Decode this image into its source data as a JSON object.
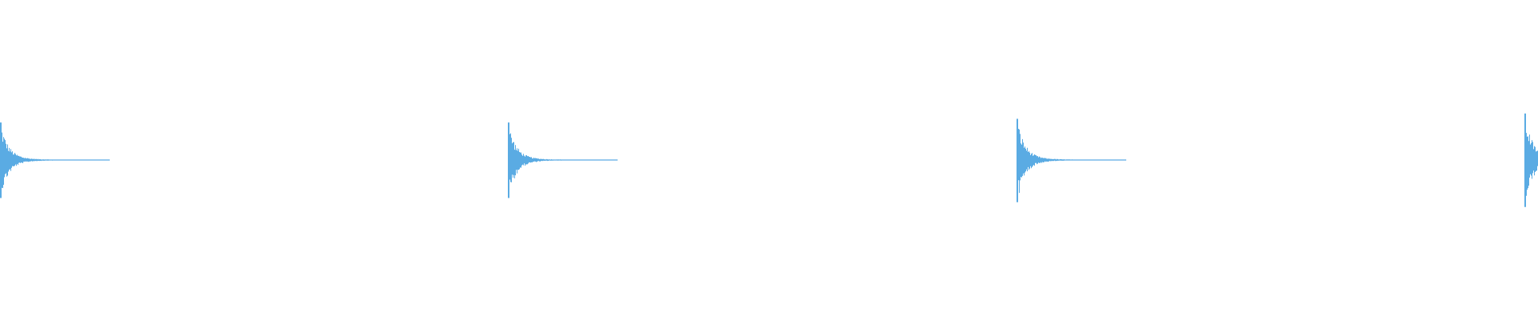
{
  "waveform": {
    "color": "#5aabe3",
    "background": "#ffffff",
    "hit_count": 4,
    "hits": [
      {
        "onset_fraction": 0.0,
        "peak_up": 0.71,
        "peak_down": 0.72,
        "decay": "long"
      },
      {
        "onset_fraction": 0.33,
        "peak_up": 0.71,
        "peak_down": 0.72,
        "decay": "long"
      },
      {
        "onset_fraction": 0.661,
        "peak_up": 0.78,
        "peak_down": 0.8,
        "decay": "long"
      },
      {
        "onset_fraction": 0.991,
        "peak_up": 0.88,
        "peak_down": 0.89,
        "decay": "truncated"
      }
    ]
  }
}
